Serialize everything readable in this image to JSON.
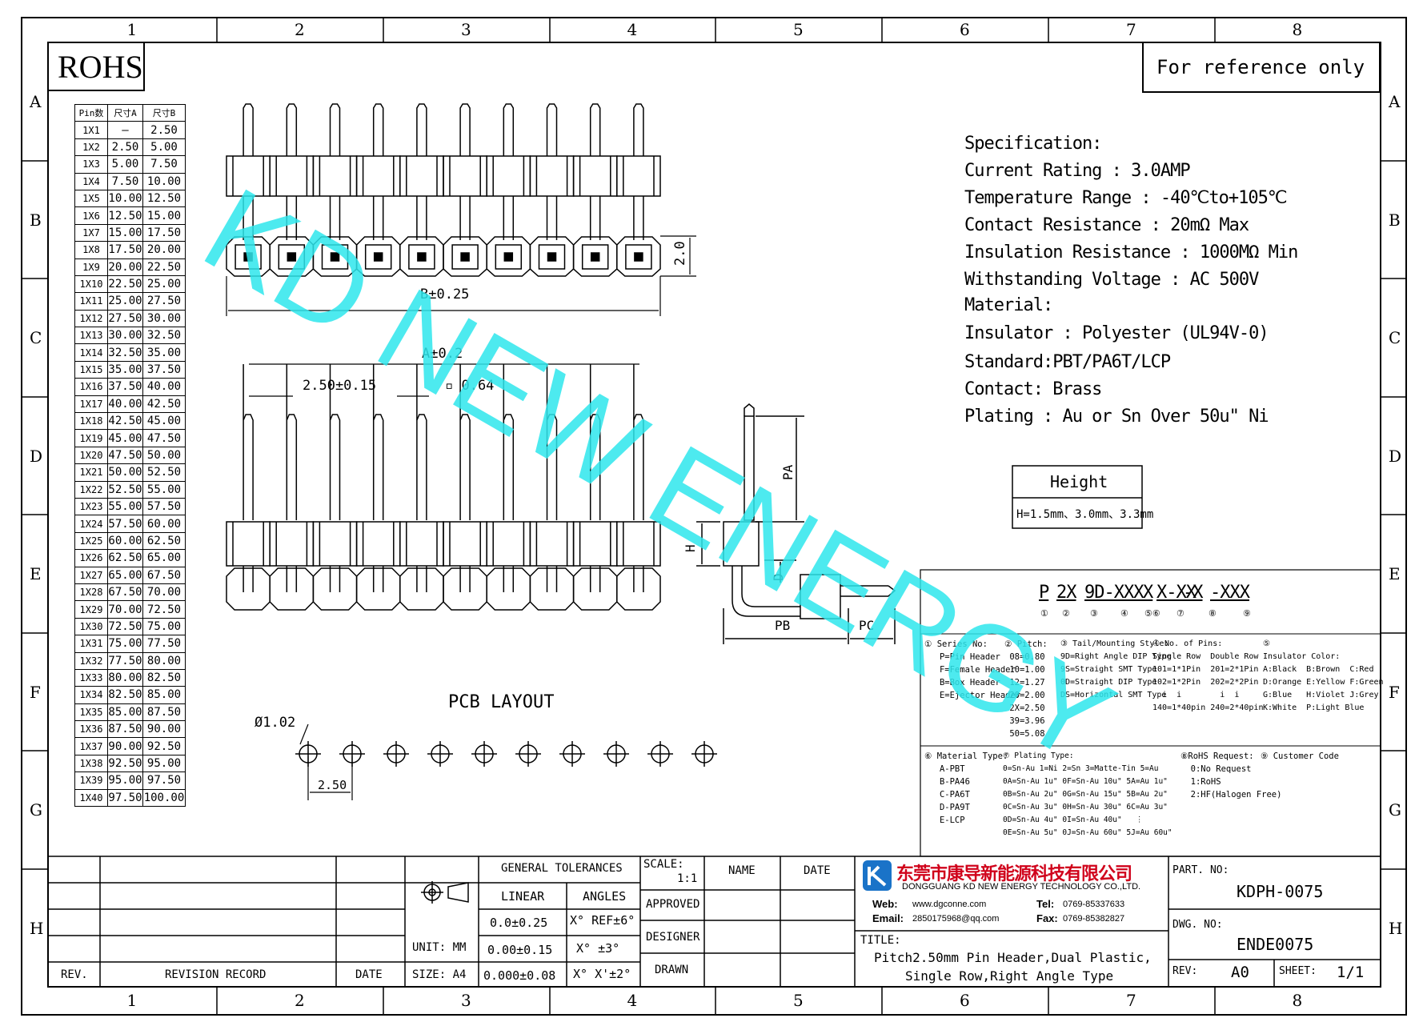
{
  "zone_columns": [
    "1",
    "2",
    "3",
    "4",
    "5",
    "6",
    "7",
    "8"
  ],
  "zone_rows": [
    "A",
    "B",
    "C",
    "D",
    "E",
    "F",
    "G",
    "H"
  ],
  "stamp": "ROHS",
  "reference_note": "For reference only",
  "pin_table": {
    "headers": [
      "Pin数",
      "尺寸A",
      "尺寸B"
    ],
    "rows": [
      [
        "1X1",
        "–",
        "2.50"
      ],
      [
        "1X2",
        "2.50",
        "5.00"
      ],
      [
        "1X3",
        "5.00",
        "7.50"
      ],
      [
        "1X4",
        "7.50",
        "10.00"
      ],
      [
        "1X5",
        "10.00",
        "12.50"
      ],
      [
        "1X6",
        "12.50",
        "15.00"
      ],
      [
        "1X7",
        "15.00",
        "17.50"
      ],
      [
        "1X8",
        "17.50",
        "20.00"
      ],
      [
        "1X9",
        "20.00",
        "22.50"
      ],
      [
        "1X10",
        "22.50",
        "25.00"
      ],
      [
        "1X11",
        "25.00",
        "27.50"
      ],
      [
        "1X12",
        "27.50",
        "30.00"
      ],
      [
        "1X13",
        "30.00",
        "32.50"
      ],
      [
        "1X14",
        "32.50",
        "35.00"
      ],
      [
        "1X15",
        "35.00",
        "37.50"
      ],
      [
        "1X16",
        "37.50",
        "40.00"
      ],
      [
        "1X17",
        "40.00",
        "42.50"
      ],
      [
        "1X18",
        "42.50",
        "45.00"
      ],
      [
        "1X19",
        "45.00",
        "47.50"
      ],
      [
        "1X20",
        "47.50",
        "50.00"
      ],
      [
        "1X21",
        "50.00",
        "52.50"
      ],
      [
        "1X22",
        "52.50",
        "55.00"
      ],
      [
        "1X23",
        "55.00",
        "57.50"
      ],
      [
        "1X24",
        "57.50",
        "60.00"
      ],
      [
        "1X25",
        "60.00",
        "62.50"
      ],
      [
        "1X26",
        "62.50",
        "65.00"
      ],
      [
        "1X27",
        "65.00",
        "67.50"
      ],
      [
        "1X28",
        "67.50",
        "70.00"
      ],
      [
        "1X29",
        "70.00",
        "72.50"
      ],
      [
        "1X30",
        "72.50",
        "75.00"
      ],
      [
        "1X31",
        "75.00",
        "77.50"
      ],
      [
        "1X32",
        "77.50",
        "80.00"
      ],
      [
        "1X33",
        "80.00",
        "82.50"
      ],
      [
        "1X34",
        "82.50",
        "85.00"
      ],
      [
        "1X35",
        "85.00",
        "87.50"
      ],
      [
        "1X36",
        "87.50",
        "90.00"
      ],
      [
        "1X37",
        "90.00",
        "92.50"
      ],
      [
        "1X38",
        "92.50",
        "95.00"
      ],
      [
        "1X39",
        "95.00",
        "97.50"
      ],
      [
        "1X40",
        "97.50",
        "100.00"
      ]
    ]
  },
  "dimensions": {
    "b": "B±0.25",
    "height_2": "2.0",
    "a": "A±0.2",
    "pitch": "2.50±0.15",
    "pin_square": "▫ 0.64",
    "pa": "PA",
    "h": "H",
    "d": "D",
    "pb": "PB",
    "pc": "PC",
    "hole": "Ø1.02",
    "pcb_pitch": "2.50"
  },
  "pcb_layout_label": "PCB LAYOUT",
  "specification": [
    "Specification:",
    "Current Rating : 3.0AMP",
    "Temperature Range : -40℃to+105℃",
    "Contact Resistance : 20mΩ Max",
    "Insulation Resistance : 1000MΩ Min",
    "Withstanding Voltage : AC 500V",
    "Material:",
    "  Insulator : Polyester (UL94V-0)",
    "         Standard:PBT/PA6T/LCP",
    "  Contact: Brass",
    "Plating : Au or Sn Over 50u\" Ni"
  ],
  "height_box": {
    "title": "Height",
    "value": "H=1.5mm、3.0mm、3.3mm"
  },
  "part_code": {
    "segments": [
      "P",
      "2X",
      "9D-XXX",
      "X",
      "X-XX",
      "-X",
      "-XXX"
    ],
    "markers": [
      "①",
      "②",
      "③",
      "④",
      "⑤⑥",
      "⑦",
      "⑧",
      "⑨"
    ]
  },
  "notes_upper": [
    "① Series No:\n   P=Pin Header\n   F=Female Header\n   B=Box Header\n   E=Ejector Header",
    "② Pitch:\n 08=0.80\n 10=1.00\n 12=1.27\n 20=2.00\n 2X=2.50\n 39=3.96\n 50=5.08",
    "③ Tail/Mounting Style:\n9D=Right Angle DIP Type\n9S=Straight SMT Type\n0D=Straight DIP Type\nDS=Horizontal SMT Type",
    "④ No. of Pins:\nSingle Row  Double Row\n101=1*1Pin  201=2*1Pin\n102=1*2Pin  202=2*2Pin\n  i  i        i  i\n140=1*40pin 240=2*40pin",
    "⑤\nInsulator Color:\nA:Black  B:Brown  C:Red\nD:Orange E:Yellow F:Green\nG:Blue   H:Violet J:Grey\nK:White  P:Light Blue"
  ],
  "notes_lower": [
    "⑥ Material Type:\n   A-PBT\n   B-PA46\n   C-PA6T\n   D-PA9T\n   E-LCP",
    "⑦ Plating Type:\n0=Sn-Au 1=Ni 2=Sn 3=Matte-Tin 5=Au\n0A=Sn-Au 1u\" 0F=Sn-Au 10u\" 5A=Au 1u\"\n0B=Sn-Au 2u\" 0G=Sn-Au 15u\" 5B=Au 2u\"\n0C=Sn-Au 3u\" 0H=Sn-Au 30u\" 6C=Au 3u\"\n0D=Sn-Au 4u\" 0I=Sn-Au 40u\"   ⋮\n0E=Sn-Au 5u\" 0J=Sn-Au 60u\" 5J=Au 60u\"",
    "⑧RoHS Request:\n  0:No Request\n  1:RoHS\n  2:HF(Halogen Free)",
    "⑨ Customer Code"
  ],
  "title_block": {
    "general_tolerances": "GENERAL TOLERANCES",
    "linear": "LINEAR",
    "angles": "ANGLES",
    "lin1": "0.0±0.25",
    "ang1": "X° REF±6°",
    "lin2": "0.00±0.15",
    "ang2": "X° ±3°",
    "lin3": "0.000±0.08",
    "ang3": "X° X'±2°",
    "unit": "UNIT: MM",
    "size": "SIZE: A4",
    "scale_label": "SCALE:",
    "scale_value": "1:1",
    "name": "NAME",
    "date": "DATE",
    "approved": "APPROVED",
    "designer": "DESIGNER",
    "drawn": "DRAWN",
    "rev_label": "REV.",
    "revision_record": "REVISION RECORD",
    "rev_date": "DATE",
    "company_cn": "东莞市康导新能源科技有限公司",
    "company_en": "DONGGUANG KD NEW ENERGY TECHNOLOGY CO.,LTD.",
    "web_label": "Web:",
    "web": "www.dgconne.com",
    "tel_label": "Tel:",
    "tel": "0769-85337633",
    "email_label": "Email:",
    "email": "2850175968@qq.com",
    "fax_label": "Fax:",
    "fax": "0769-85382827",
    "title_label": "TITLE:",
    "title_line1": "Pitch2.50mm Pin Header,Dual Plastic,",
    "title_line2": "Single Row,Right Angle Type",
    "part_no_label": "PART. NO:",
    "part_no": "KDPH-0075",
    "dwg_no_label": "DWG. NO:",
    "dwg_no": "ENDE0075",
    "rev_block_label": "REV:",
    "rev_value": "A0",
    "sheet_label": "SHEET:",
    "sheet_value": "1/1"
  },
  "watermark": "KD NEW ENERGY",
  "colors": {
    "watermark": "#2EE6EC",
    "logo_blue": "#1a73c8",
    "company_red": "#d0021b",
    "line": "#000000"
  }
}
